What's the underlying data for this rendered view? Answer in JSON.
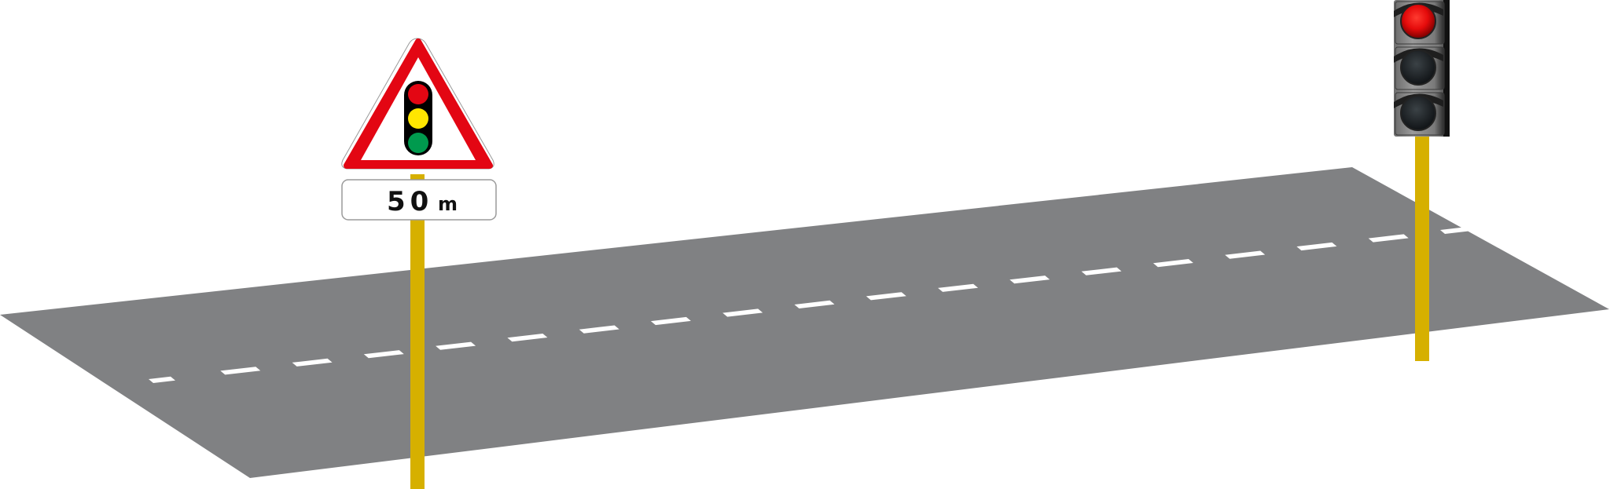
{
  "sign": {
    "type": "warning-triangle",
    "symbol": "traffic-light-icon",
    "lamp_colors": [
      "#e30613",
      "#ffe600",
      "#009a4e"
    ],
    "border_color": "#e30613",
    "distance_number": "50",
    "distance_unit": "m"
  },
  "traffic_light": {
    "active_lamp": "red",
    "lamps": 3,
    "active_color": "#ff1a1a"
  },
  "road": {
    "surface_color": "#808183",
    "marking": "dashed",
    "marking_color": "#ffffff"
  },
  "pole_color": "#d6b000"
}
